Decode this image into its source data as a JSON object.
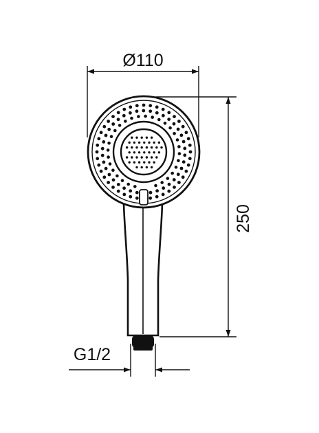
{
  "drawing": {
    "diameter_label": "Ø110",
    "length_label": "250",
    "thread_label": "G1/2"
  },
  "colors": {
    "line": "#111111",
    "background": "#ffffff"
  }
}
